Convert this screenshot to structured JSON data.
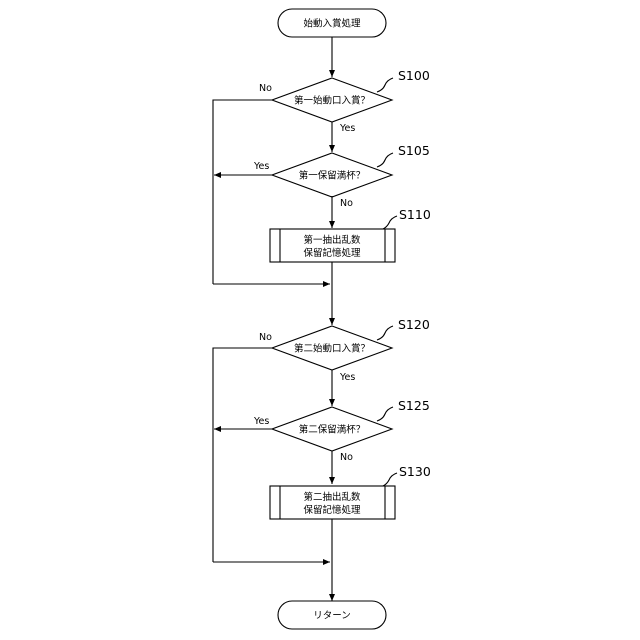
{
  "flowchart": {
    "start": "始動入賞処理",
    "end": "リターン",
    "decisions": [
      {
        "step": "S100",
        "label": "第一始動口入賞？"
      },
      {
        "step": "S105",
        "label": "第一保留満杯？"
      },
      {
        "step": "S120",
        "label": "第二始動口入賞？"
      },
      {
        "step": "S125",
        "label": "第二保留満杯？"
      }
    ],
    "processes": [
      {
        "step": "S110",
        "line1": "第一抽出乱数",
        "line2": "保留記憶処理"
      },
      {
        "step": "S130",
        "line1": "第二抽出乱数",
        "line2": "保留記憶処理"
      }
    ],
    "branch_labels": {
      "yes": "Yes",
      "no": "No"
    }
  }
}
